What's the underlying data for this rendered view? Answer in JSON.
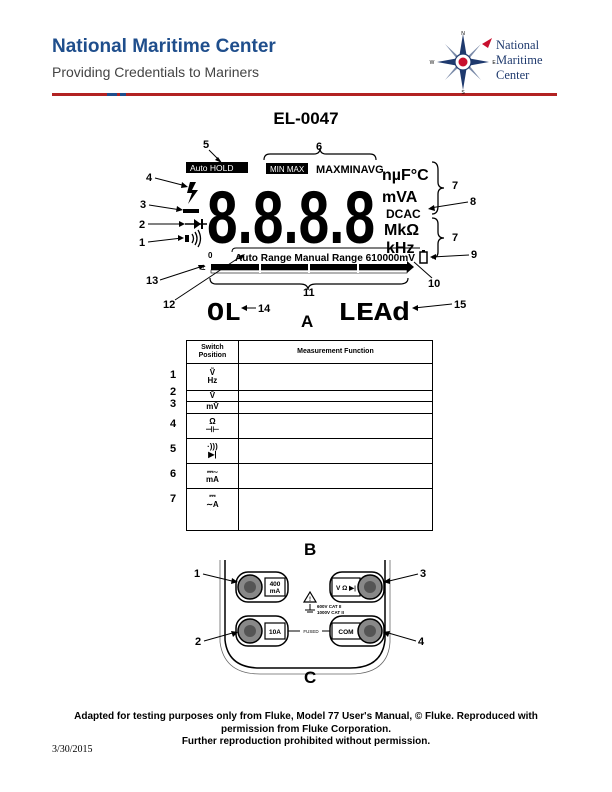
{
  "header": {
    "title": "National Maritime Center",
    "subtitle": "Providing Credentials to Mariners",
    "logo_line1": "National",
    "logo_line2": "Maritime",
    "logo_line3": "Center",
    "logo_compass_n": "N",
    "logo_compass_s": "S",
    "logo_compass_e": "E",
    "logo_compass_w": "W"
  },
  "doc_id": "EL-0047",
  "figure_a": {
    "label": "A",
    "display_top_left": "Auto HOLD",
    "display_min_max": "MIN MAX",
    "display_maxminavg": "MAXMINAVG",
    "display_digits": "8.8.8.8",
    "unit_row1": "nµF°C",
    "unit_row2": "mVA",
    "unit_row3": "DCAC",
    "unit_row4": "MkΩ",
    "unit_row5": "kHz",
    "range_text": "Auto Range Manual Range 610000mV",
    "zero": "0",
    "ol_text": "OL",
    "lead_text": "LEAd",
    "callouts": [
      "1",
      "2",
      "3",
      "4",
      "5",
      "6",
      "7",
      "7",
      "8",
      "9",
      "10",
      "11",
      "12",
      "13",
      "14",
      "15"
    ]
  },
  "figure_b": {
    "label": "B",
    "col1_line1": "Switch",
    "col1_line2": "Position",
    "col2": "Measurement Function",
    "rows": [
      {
        "num": "1",
        "sym1": "Ṽ",
        "sym2": "Hz"
      },
      {
        "num": "2",
        "sym1": "V̄",
        "sym2": ""
      },
      {
        "num": "3",
        "sym1": "mV̄",
        "sym2": ""
      },
      {
        "num": "4",
        "sym1": "Ω",
        "sym2": "⊣⊢"
      },
      {
        "num": "5",
        "sym1": "·)))",
        "sym2": "▶|"
      },
      {
        "num": "6",
        "sym1": "⎓∼",
        "sym2": "mA"
      },
      {
        "num": "7",
        "sym1": "⎓",
        "sym2": "∼A"
      }
    ]
  },
  "figure_c": {
    "label": "C",
    "jack1_line1": "400",
    "jack1_line2": "mA",
    "jack2": "10A",
    "jack3": "V Ω ▶|",
    "jack4": "COM",
    "warning_line1": "600V CAT II",
    "warning_line2": "1000V CAT II",
    "fused": "FUSED",
    "callouts": [
      "1",
      "2",
      "3",
      "4"
    ]
  },
  "footer": {
    "line1": "Adapted for testing purposes only from Fluke, Model 77 User's Manual, © Fluke. Reproduced with",
    "line2": "permission from Fluke Corporation.",
    "line3": "Further reproduction prohibited without permission.",
    "date": "3/30/2015"
  },
  "colors": {
    "title_blue": "#1f4e8c",
    "rule_red": "#b22222",
    "rule_blue": "#1f4e8c",
    "logo_red": "#c8102e"
  }
}
